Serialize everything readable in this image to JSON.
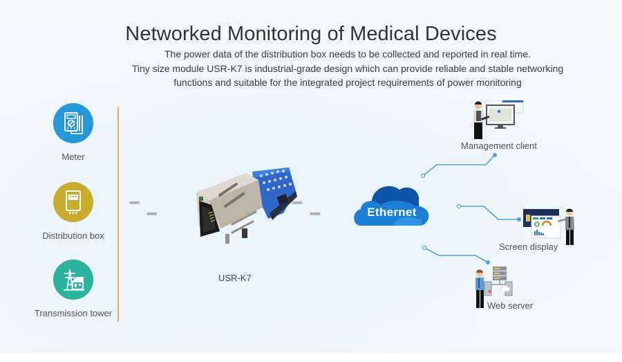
{
  "header": {
    "title": "Networked Monitoring of Medical Devices",
    "subtitle_lines": [
      "The power data of the distribution box needs to be collected and reported in real time.",
      "Tiny size module USR-K7 is industrial-grade design which can provide reliable and stable networking",
      "functions and suitable for the integrated project requirements of power monitoring"
    ]
  },
  "sources": [
    {
      "label": "Meter",
      "icon": "multimeter-icon",
      "color": "#2596d8"
    },
    {
      "label": "Distribution box",
      "icon": "distribution-box-icon",
      "color": "#c9ac2c"
    },
    {
      "label": "Transmission tower",
      "icon": "transmission-tower-icon",
      "color": "#2bb3a0"
    }
  ],
  "module": {
    "label": "USR-K7"
  },
  "network": {
    "label": "Ethernet",
    "color": "#1c7fd6"
  },
  "destinations": [
    {
      "label": "Management client",
      "icon": "management-client-icon"
    },
    {
      "label": "Screen display",
      "icon": "screen-display-icon"
    },
    {
      "label": "Web server",
      "icon": "web-server-icon"
    }
  ],
  "colors": {
    "divider": "#eea56a",
    "connector": "#4aa3e0",
    "arrows": "#a9a9a9"
  }
}
